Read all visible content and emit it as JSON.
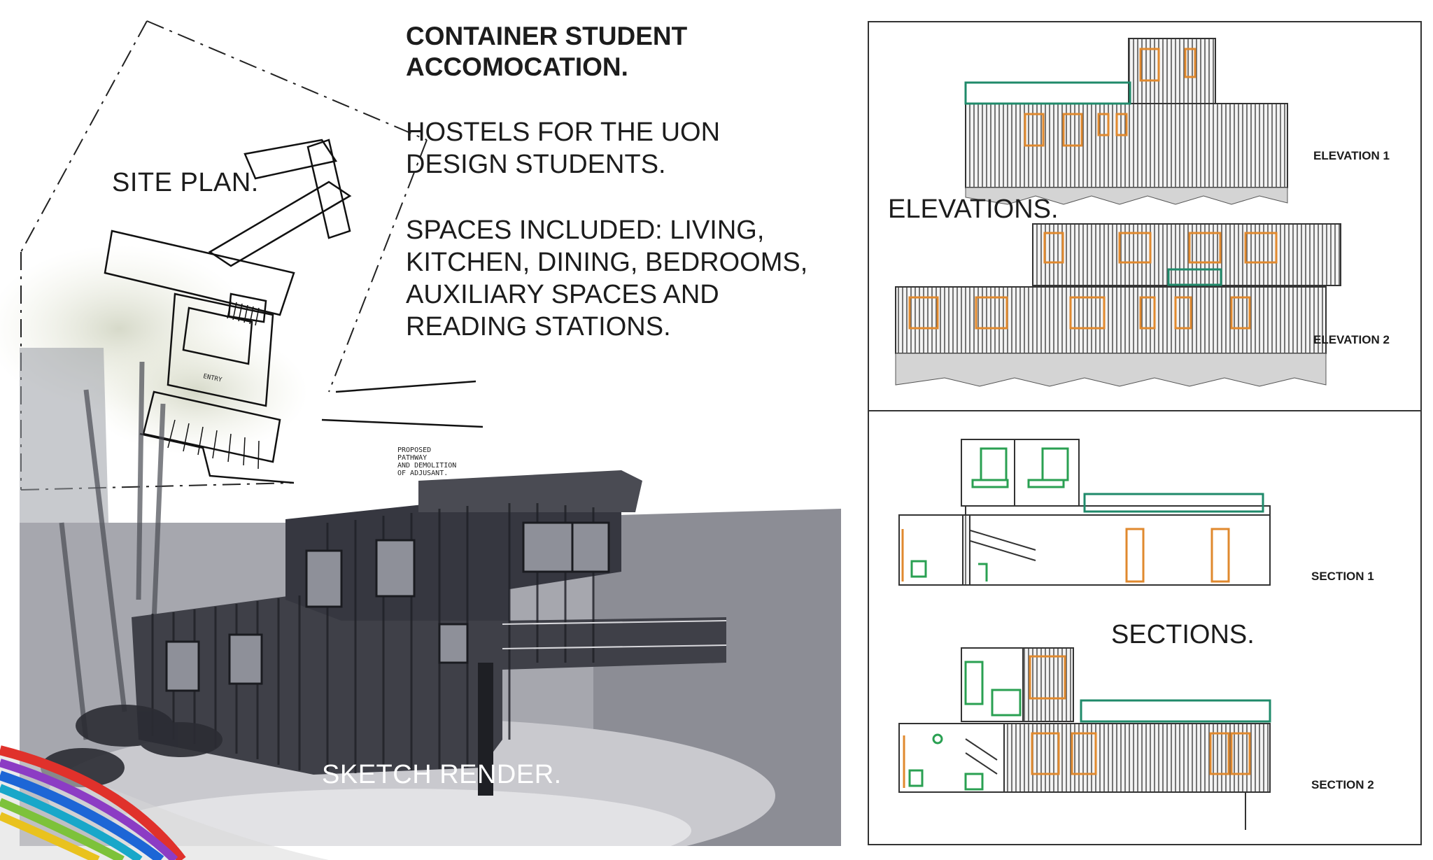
{
  "title": {
    "line1": "CONTAINER STUDENT",
    "line2": "ACCOMOCATION."
  },
  "description": {
    "hostels_line1": "HOSTELS FOR THE UON",
    "hostels_line2": "DESIGN STUDENTS.",
    "spaces_line1": "SPACES INCLUDED: LIVING,",
    "spaces_line2": "KITCHEN, DINING, BEDROOMS,",
    "spaces_line3": "AUXILIARY SPACES AND",
    "spaces_line4": "READING STATIONS."
  },
  "site_plan": {
    "label": "SITE PLAN.",
    "entry_note": "ENTRY",
    "pathway_note_1": "PROPOSED",
    "pathway_note_2": "PATHWAY",
    "pathway_note_3": "AND DEMOLITION",
    "pathway_note_4": "OF ADJUSANT."
  },
  "sketch": {
    "label": "SKETCH RENDER."
  },
  "elevations": {
    "heading": "ELEVATIONS.",
    "elevation1": "ELEVATION 1",
    "elevation2": "ELEVATION 2"
  },
  "sections": {
    "heading": "SECTIONS.",
    "section1": "SECTION 1",
    "section2": "SECTION 2"
  },
  "colors": {
    "window_orange": "#e0892e",
    "railing_green": "#1f8a6a",
    "section_green": "#2aa052"
  }
}
